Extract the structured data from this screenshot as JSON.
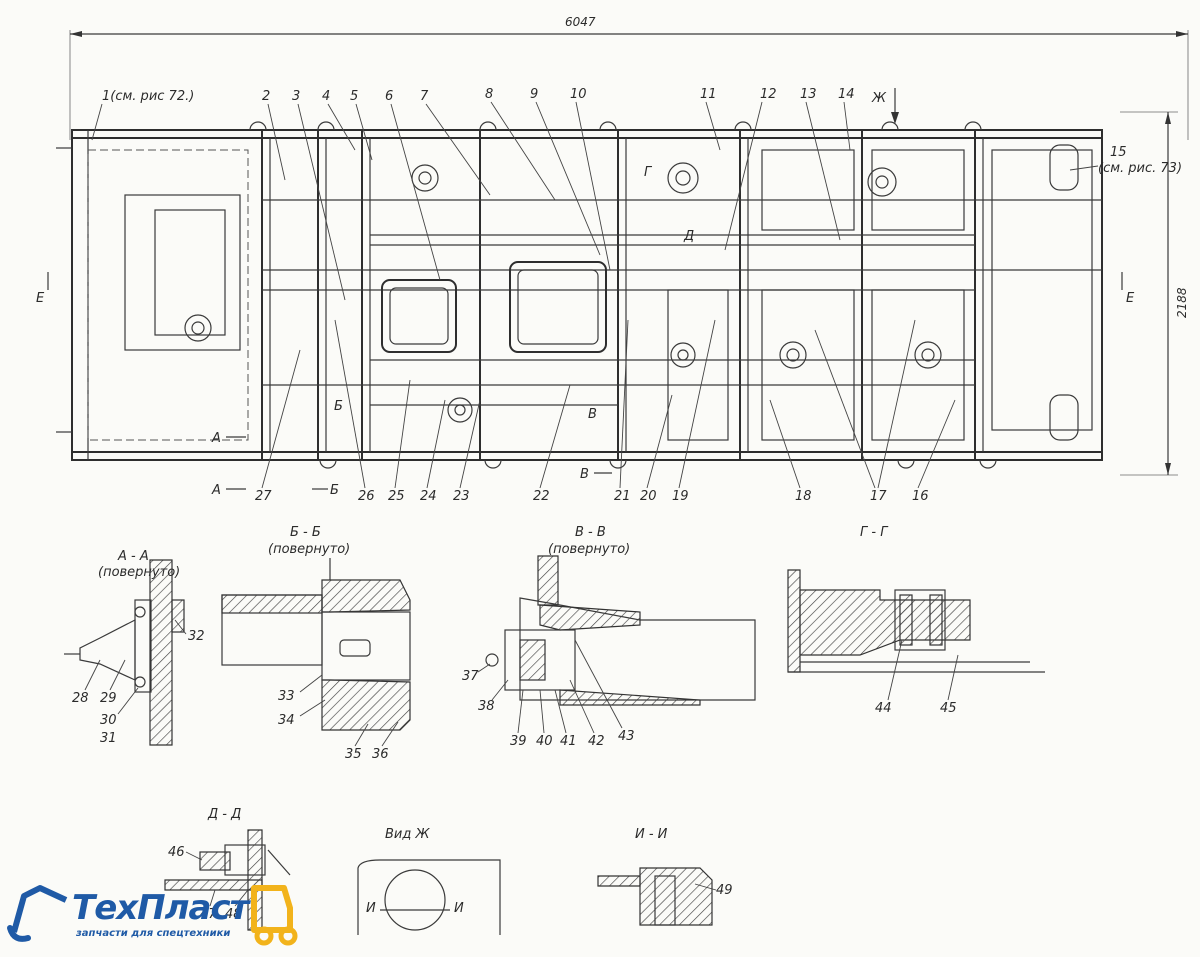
{
  "drawing": {
    "dimensions": {
      "length": "6047",
      "width": "2188"
    },
    "references": {
      "ref_1": "1(см. рис 72.)",
      "ref_15a": "15",
      "ref_15b": "(см. рис. 73)"
    },
    "view_markers": {
      "zh": "Ж",
      "a1": "А",
      "a2": "А",
      "b1": "Б",
      "b2": "Б",
      "v1": "В",
      "v2": "В",
      "g": "Г",
      "d": "Д",
      "e_left": "Е",
      "e_right": "Е"
    },
    "part_numbers_top": [
      "2",
      "3",
      "4",
      "5",
      "6",
      "7",
      "8",
      "9",
      "10",
      "11",
      "12",
      "13",
      "14"
    ],
    "part_numbers_bottom": [
      "27",
      "26",
      "25",
      "24",
      "23",
      "22",
      "21",
      "20",
      "19",
      "18",
      "17",
      "16"
    ],
    "sections": {
      "aa": {
        "title": "А - А",
        "subtitle": "(повернуто)",
        "parts": [
          "32",
          "28",
          "29",
          "30",
          "31"
        ]
      },
      "bb": {
        "title": "Б - Б",
        "subtitle": "(повернуто)",
        "parts": [
          "33",
          "34",
          "35",
          "36"
        ]
      },
      "vv": {
        "title": "В - В",
        "subtitle": "(повернуто)",
        "parts": [
          "37",
          "38",
          "39",
          "40",
          "41",
          "42",
          "43"
        ]
      },
      "gg": {
        "title": "Г - Г",
        "parts": [
          "44",
          "45"
        ]
      },
      "dd": {
        "title": "Д - Д",
        "parts": [
          "46",
          "47",
          "48"
        ]
      },
      "zh": {
        "title": "Вид Ж",
        "marker": "И",
        "marker2": "И"
      },
      "ii": {
        "title": "И - И",
        "parts": [
          "49"
        ]
      }
    }
  },
  "logo": {
    "name": "ТехПласт",
    "tagline": "запчасти для спецтехники",
    "colors": {
      "blue": "#1f5aa6",
      "yellow": "#f2b31b"
    }
  }
}
